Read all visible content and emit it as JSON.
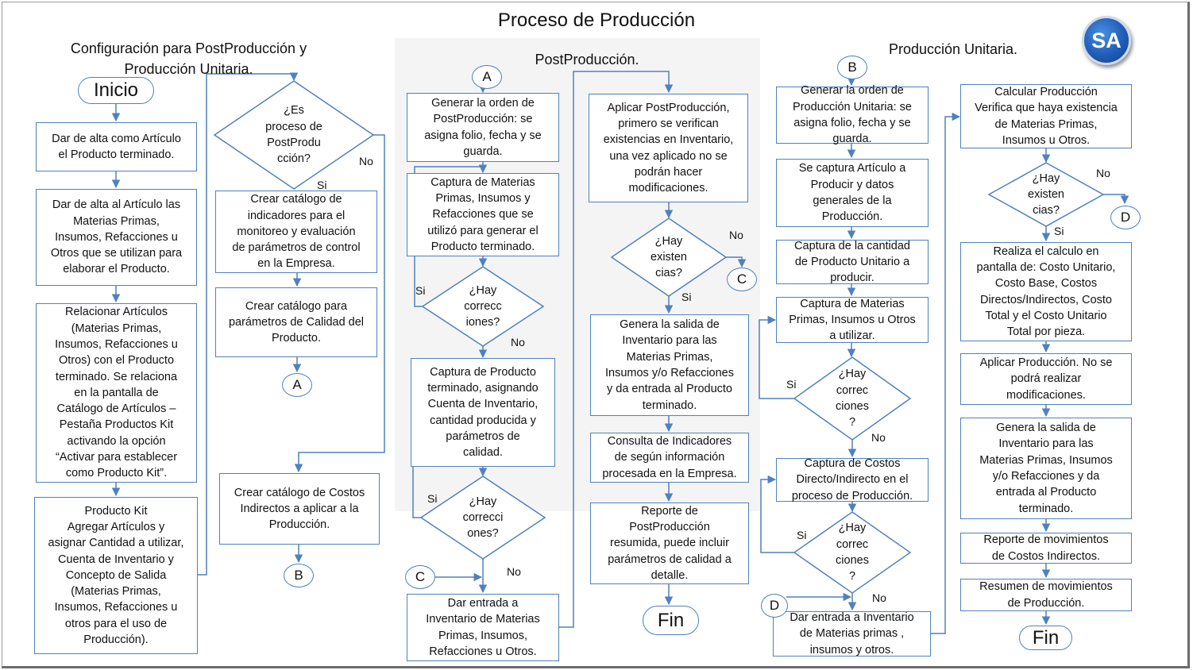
{
  "title": "Proceso de Producción",
  "logo_text": "SA",
  "sections": {
    "config": "Configuración para PostProducción y\nProducción Unitaria.",
    "post": "PostProducción.",
    "unit": "Producción Unitaria."
  },
  "terminals": {
    "inicio": "Inicio",
    "fin1": "Fin",
    "fin2": "Fin"
  },
  "connectors": {
    "a": "A",
    "b": "B",
    "c": "C",
    "d": "D"
  },
  "answers": {
    "si": "Si",
    "no": "No"
  },
  "config_steps": [
    "Dar de alta como Artículo\nel Producto terminado.",
    "Dar de alta al Artículo las\nMaterias Primas,\nInsumos, Refacciones u\nOtros que se utilizan para\nelaborar el Producto.",
    "Relacionar Artículos\n(Materias Primas,\nInsumos, Refacciones u\nOtros) con el Producto\nterminado. Se relaciona\nen la pantalla de\nCatálogo de Artículos –\nPestaña Productos Kit\nactivando la opción\n“Activar para establecer\ncomo Producto Kit”.",
    "Producto Kit\nAgregar Artículos y\nasignar Cantidad a utilizar,\nCuenta de Inventario y\nConcepto de Salida\n(Materias Primas,\nInsumos, Refacciones u\notros para el uso de\nProducción).",
    "Crear catálogo de\nindicadores para el\nmonitoreo y evaluación\nde parámetros de control\nen la Empresa.",
    "Crear catálogo para\nparámetros de Calidad del\nProducto.",
    "Crear catálogo de Costos\nIndirectos a aplicar a la\nProducción."
  ],
  "config_decision": "¿Es\nproceso de\nPostProdu\ncción?",
  "post_steps": [
    "Generar la orden de\nPostProducción: se\nasigna folio, fecha y se\nguarda.",
    "Captura de Materias\nPrimas, Insumos y\nRefacciones que se\nutilizó para generar el\nProducto terminado.",
    "Captura de Producto\nterminado, asignando\nCuenta de Inventario,\ncantidad producida y\nparámetros de\ncalidad.",
    "Dar entrada a\nInventario de  Materias\nPrimas, Insumos,\nRefacciones u Otros.",
    "Aplicar PostProducción,\nprimero se verifican\nexistencias en Inventario,\nuna vez aplicado no se\npodrán hacer\nmodificaciones.",
    "Genera la salida de\nInventario para las\nMaterias Primas,\nInsumos y/o Refacciones\ny da entrada al Producto\nterminado.",
    "Consulta de Indicadores\nde según información\nprocesada en la Empresa.",
    "Reporte de\nPostProducción\nresumida, puede incluir\nparámetros de calidad a\ndetalle."
  ],
  "post_decisions": [
    "¿Hay\ncorrecc\niones?",
    "¿Hay\ncorrecci\nones?",
    "¿Hay\nexisten\ncias?"
  ],
  "unit_steps": [
    "Generar la orden de\nProducción Unitaria: se\nasigna folio, fecha y se\nguarda.",
    "Se captura Artículo a\nProducir y datos\ngenerales de la\nProducción.",
    "Captura de la cantidad\nde Producto Unitario a\nproducir.",
    "Captura de Materias\nPrimas, Insumos u Otros\na utilizar.",
    "Captura de Costos\nDirecto/Indirecto en el\nproceso de Producción.",
    "Dar entrada a Inventario\nde Materias primas ,\ninsumos y otros.",
    "Calcular Producción\nVerifica que haya existencia\nde Materias Primas,\nInsumos u Otros.",
    "Realiza el calculo en\npantalla de: Costo Unitario,\nCosto Base, Costos\nDirectos/Indirectos, Costo\nTotal y el Costo Unitario\nTotal por pieza.",
    "Aplicar Producción. No se\npodrá realizar\nmodificaciones.",
    "Genera la salida de\nInventario para las\nMaterias Primas, Insumos\ny/o Refacciones y da\nentrada al Producto\nterminado.",
    "Reporte de movimientos\nde Costos Indirectos.",
    "Resumen de movimientos\nde Producción."
  ],
  "unit_decisions": [
    "¿Hay\ncorrec\nciones\n?",
    "¿Hay\ncorrec\nciones\n?",
    "¿Hay\nexisten\ncias?"
  ],
  "colors": {
    "line": "#4f81bd",
    "panel": "#f4f4f4",
    "logo": "#1f5db8"
  }
}
